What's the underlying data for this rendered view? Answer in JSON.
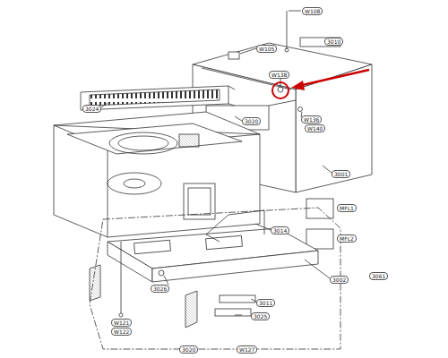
{
  "diagram": {
    "labels": [
      "W108",
      "3010",
      "W105",
      "W138",
      "W136",
      "W140",
      "3024",
      "3020",
      "3001",
      "MFL1",
      "MFL2",
      "3014",
      "3002",
      "3061",
      "3011",
      "3026",
      "3025",
      "W121",
      "W122",
      "3020",
      "W127"
    ]
  }
}
